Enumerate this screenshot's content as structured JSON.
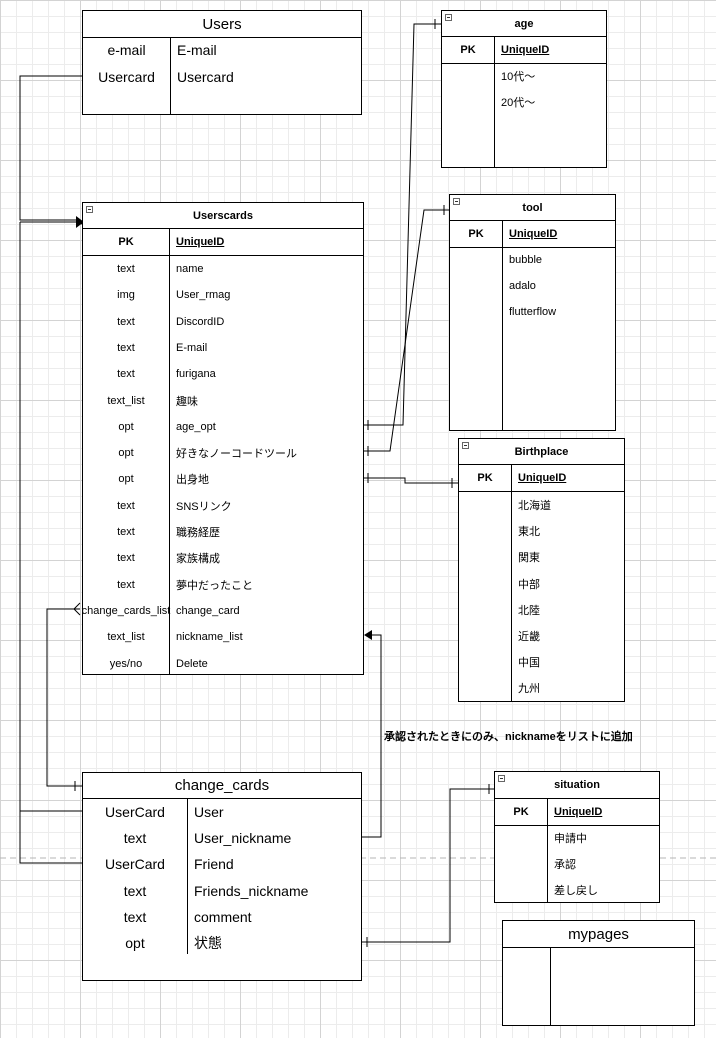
{
  "users": {
    "title": "Users",
    "rows": [
      {
        "type": "e-mail",
        "field": "E-mail"
      },
      {
        "type": "Usercard",
        "field": "Usercard"
      }
    ]
  },
  "userscards": {
    "title": "Userscards",
    "pk": {
      "label": "PK",
      "field": "UniqueID"
    },
    "rows": [
      {
        "type": "text",
        "field": "name"
      },
      {
        "type": "img",
        "field": "User_rmag"
      },
      {
        "type": "text",
        "field": "DiscordID"
      },
      {
        "type": "text",
        "field": "E-mail"
      },
      {
        "type": "text",
        "field": "furigana"
      },
      {
        "type": "text_list",
        "field": "趣味"
      },
      {
        "type": "opt",
        "field": "age_opt"
      },
      {
        "type": "opt",
        "field": "好きなノーコードツール"
      },
      {
        "type": "opt",
        "field": "出身地"
      },
      {
        "type": "text",
        "field": "SNSリンク"
      },
      {
        "type": "text",
        "field": "職務経歴"
      },
      {
        "type": "text",
        "field": "家族構成"
      },
      {
        "type": "text",
        "field": "夢中だったこと"
      },
      {
        "type": "change_cards_list",
        "field": "change_card"
      },
      {
        "type": "text_list",
        "field": "nickname_list"
      },
      {
        "type": "yes/no",
        "field": "Delete"
      }
    ]
  },
  "age": {
    "title": "age",
    "pk": {
      "label": "PK",
      "field": "UniqueID"
    },
    "rows": [
      "10代～",
      "20代～"
    ]
  },
  "tool": {
    "title": "tool",
    "pk": {
      "label": "PK",
      "field": "UniqueID"
    },
    "rows": [
      "bubble",
      "adalo",
      "flutterflow"
    ]
  },
  "birthplace": {
    "title": "Birthplace",
    "pk": {
      "label": "PK",
      "field": "UniqueID"
    },
    "rows": [
      "北海道",
      "東北",
      "関東",
      "中部",
      "北陸",
      "近畿",
      "中国",
      "九州"
    ]
  },
  "change_cards": {
    "title": "change_cards",
    "rows": [
      {
        "type": "UserCard",
        "field": "User"
      },
      {
        "type": "text",
        "field": "User_nickname"
      },
      {
        "type": "UserCard",
        "field": "Friend"
      },
      {
        "type": "text",
        "field": "Friends_nickname"
      },
      {
        "type": "text",
        "field": "comment"
      },
      {
        "type": "opt",
        "field": "状態"
      }
    ]
  },
  "situation": {
    "title": "situation",
    "pk": {
      "label": "PK",
      "field": "UniqueID"
    },
    "rows": [
      "申請中",
      "承認",
      "差し戻し"
    ]
  },
  "mypages": {
    "title": "mypages"
  },
  "annotation": "承認されたときにのみ、nicknameをリストに追加"
}
